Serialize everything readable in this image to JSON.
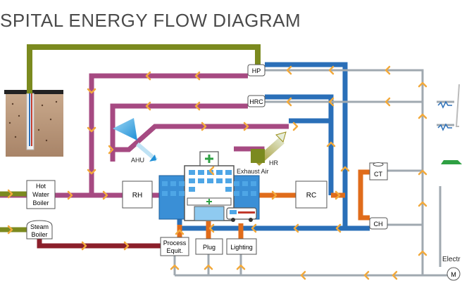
{
  "title": "SPITAL ENERGY FLOW DIAGRAM",
  "nodes": {
    "hp": "HP",
    "hrc": "HRC",
    "ahu": "AHU",
    "hr": "HR",
    "exhaust": "Exhaust Air",
    "hot_water_boiler_1": "Hot",
    "hot_water_boiler_2": "Water",
    "hot_water_boiler_3": "Boiler",
    "rh": "RH",
    "rc": "RC",
    "ct": "CT",
    "ch": "CH",
    "steam_boiler_1": "Steam",
    "steam_boiler_2": "Boiler",
    "process_1": "Process",
    "process_2": "Equit.",
    "plug": "Plug",
    "lighting": "Lighting",
    "electric": "Electr",
    "motor": "M"
  },
  "colors": {
    "geothermal": "#7b8a1f",
    "heating": "#a64a82",
    "cooling": "#2a6fb8",
    "electric": "#a0a9b0",
    "steam": "#8b1f2a",
    "chiller_loop": "#e06c1b",
    "arrow": "#f2a93b"
  }
}
